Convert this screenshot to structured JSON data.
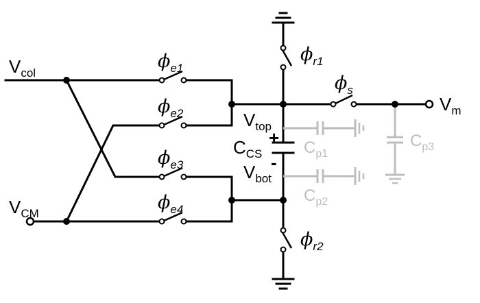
{
  "labels": {
    "vcol": {
      "main": "V",
      "sub": "col"
    },
    "vcm": {
      "main": "V",
      "sub": "CM"
    },
    "vm": {
      "main": "V",
      "sub": "m"
    },
    "vtop": {
      "main": "V",
      "sub": "top"
    },
    "vbot": {
      "main": "V",
      "sub": "bot"
    },
    "ccs": {
      "main": "C",
      "sub": "CS"
    },
    "plus": "+",
    "minus": "-"
  },
  "switches": {
    "e1": {
      "symbol": "ϕ",
      "sub": "e1"
    },
    "e2": {
      "symbol": "ϕ",
      "sub": "e2"
    },
    "e3": {
      "symbol": "ϕ",
      "sub": "e3"
    },
    "e4": {
      "symbol": "ϕ",
      "sub": "e4"
    },
    "r1": {
      "symbol": "ϕ",
      "sub": "r1"
    },
    "r2": {
      "symbol": "ϕ",
      "sub": "r2"
    },
    "s": {
      "symbol": "ϕ",
      "sub": "s"
    }
  },
  "parasitics": {
    "cp1": {
      "main": "C",
      "sub": "p1"
    },
    "cp2": {
      "main": "C",
      "sub": "p2"
    },
    "cp3": {
      "main": "C",
      "sub": "p3"
    }
  },
  "colors": {
    "wire": "#000000",
    "parasitic": "#bdbdbd",
    "background": "#ffffff"
  }
}
